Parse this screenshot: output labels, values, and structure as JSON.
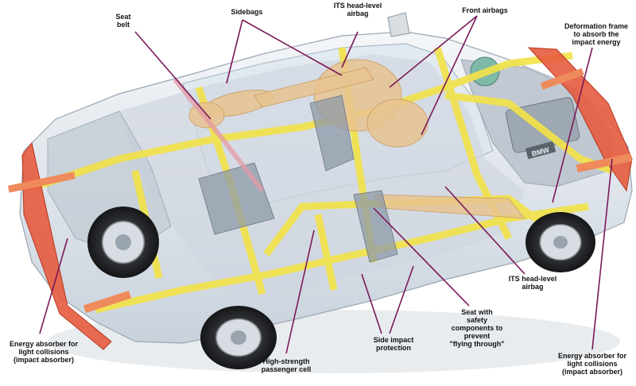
{
  "labels": {
    "seat_belt": "Seat\nbelt",
    "sidebags": "Sidebags",
    "its_top": "ITS head-level\nairbag",
    "front_airbags": "Front airbags",
    "deformation_frame": "Deformation frame\nto absorb the\nimpact energy",
    "energy_left": "Energy absorber for\nlight collisions\n(impact absorber)",
    "high_strength": "High-strength\npassenger cell",
    "side_impact": "Side impact\nprotection",
    "seat_safety": "Seat with\nsafety\ncomponents to\nprevent\n\"flying through\"",
    "its_bottom": "ITS head-level\nairbag",
    "energy_right": "Energy absorber for\nlight collisions\n(impact absorber)"
  },
  "badge": "BMW",
  "colors": {
    "annotation_line": "#7a1a5a",
    "body_shell": "#e7ecf1",
    "safety_cell": "#f2e24a",
    "absorber": "#e65b3e",
    "airbag": "#e8c391"
  }
}
